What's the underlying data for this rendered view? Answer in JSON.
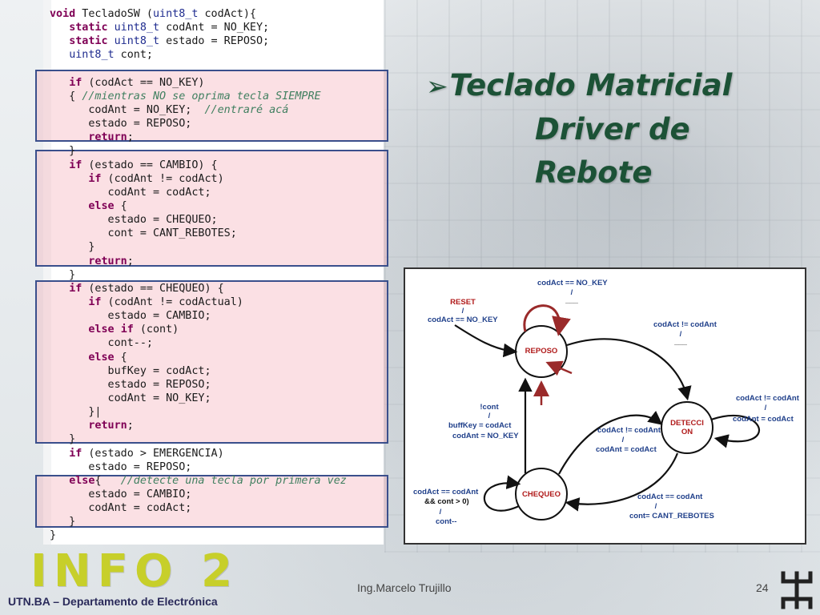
{
  "code": {
    "lines": [
      "void TecladoSW (uint8_t codAct){",
      "   static uint8_t codAnt = NO_KEY;",
      "   static uint8_t estado = REPOSO;",
      "   uint8_t cont;",
      "",
      "   if (codAct == NO_KEY)",
      "   { //mientras NO se oprima tecla SIEMPRE",
      "      codAnt = NO_KEY;  //entraré acá",
      "      estado = REPOSO;",
      "      return;",
      "   }",
      "   if (estado == CAMBIO) {",
      "      if (codAnt != codAct)",
      "         codAnt = codAct;",
      "      else {",
      "         estado = CHEQUEO;",
      "         cont = CANT_REBOTES;",
      "      }",
      "      return;",
      "   }",
      "   if (estado == CHEQUEO) {",
      "      if (codAnt != codActual)",
      "         estado = CAMBIO;",
      "      else if (cont)",
      "         cont--;",
      "      else {",
      "         bufKey = codAct;",
      "         estado = REPOSO;",
      "         codAnt = NO_KEY;",
      "      }|",
      "      return;",
      "   }",
      "   if (estado > EMERGENCIA)",
      "      estado = REPOSO;",
      "   else{   //detecte una tecla por primera vez",
      "      estado = CAMBIO;",
      "      codAnt = codAct;",
      "   }",
      "}"
    ]
  },
  "title": {
    "line1": "Teclado Matricial",
    "line2": "Driver de Rebote",
    "bullet_icon": "arrow-bullet-icon"
  },
  "diagram": {
    "states": {
      "reposo": "REPOSO",
      "deteccion_1": "DETECCI",
      "deteccion_2": "ON",
      "chequeo": "CHEQUEO"
    },
    "labels": {
      "reset": "RESET",
      "reset_slash": "/",
      "reset_cond": "codAct == NO_KEY",
      "self_top_cond": "codAct == NO_KEY",
      "self_top_slash": "/",
      "self_top_act": "___",
      "r_to_d_cond": "codAct != codAnt",
      "r_to_d_slash": "/",
      "r_to_d_act": "___",
      "d_self_cond": "codAct != codAnt",
      "d_self_slash": "/",
      "d_self_act": "codAnt = codAct",
      "c_to_r_cond": "!cont",
      "c_to_r_slash": "/",
      "c_to_r_act1": "buffKey = codAct",
      "c_to_r_act2": "codAnt = NO_KEY",
      "c_to_d_cond": "codAct != codAnt",
      "c_to_d_slash": "/",
      "c_to_d_act": "codAnt = codAct",
      "c_self_cond1": "codAct == codAnt",
      "c_self_cond2": "&& cont > 0)",
      "c_self_slash": "/",
      "c_self_act": "cont--",
      "d_to_c_cond": "codAct == codAnt",
      "d_to_c_slash": "/",
      "d_to_c_act": "cont= CANT_REBOTES"
    }
  },
  "footer": {
    "logo_text": "INFO 2",
    "department": "UTN.BA – Departamento de Electrónica",
    "author": "Ing.Marcelo Trujillo",
    "page_number": "24"
  },
  "colors": {
    "title": "#1c5236",
    "highlight_border": "#3a4f8c",
    "logo": "#c7cf2a"
  }
}
